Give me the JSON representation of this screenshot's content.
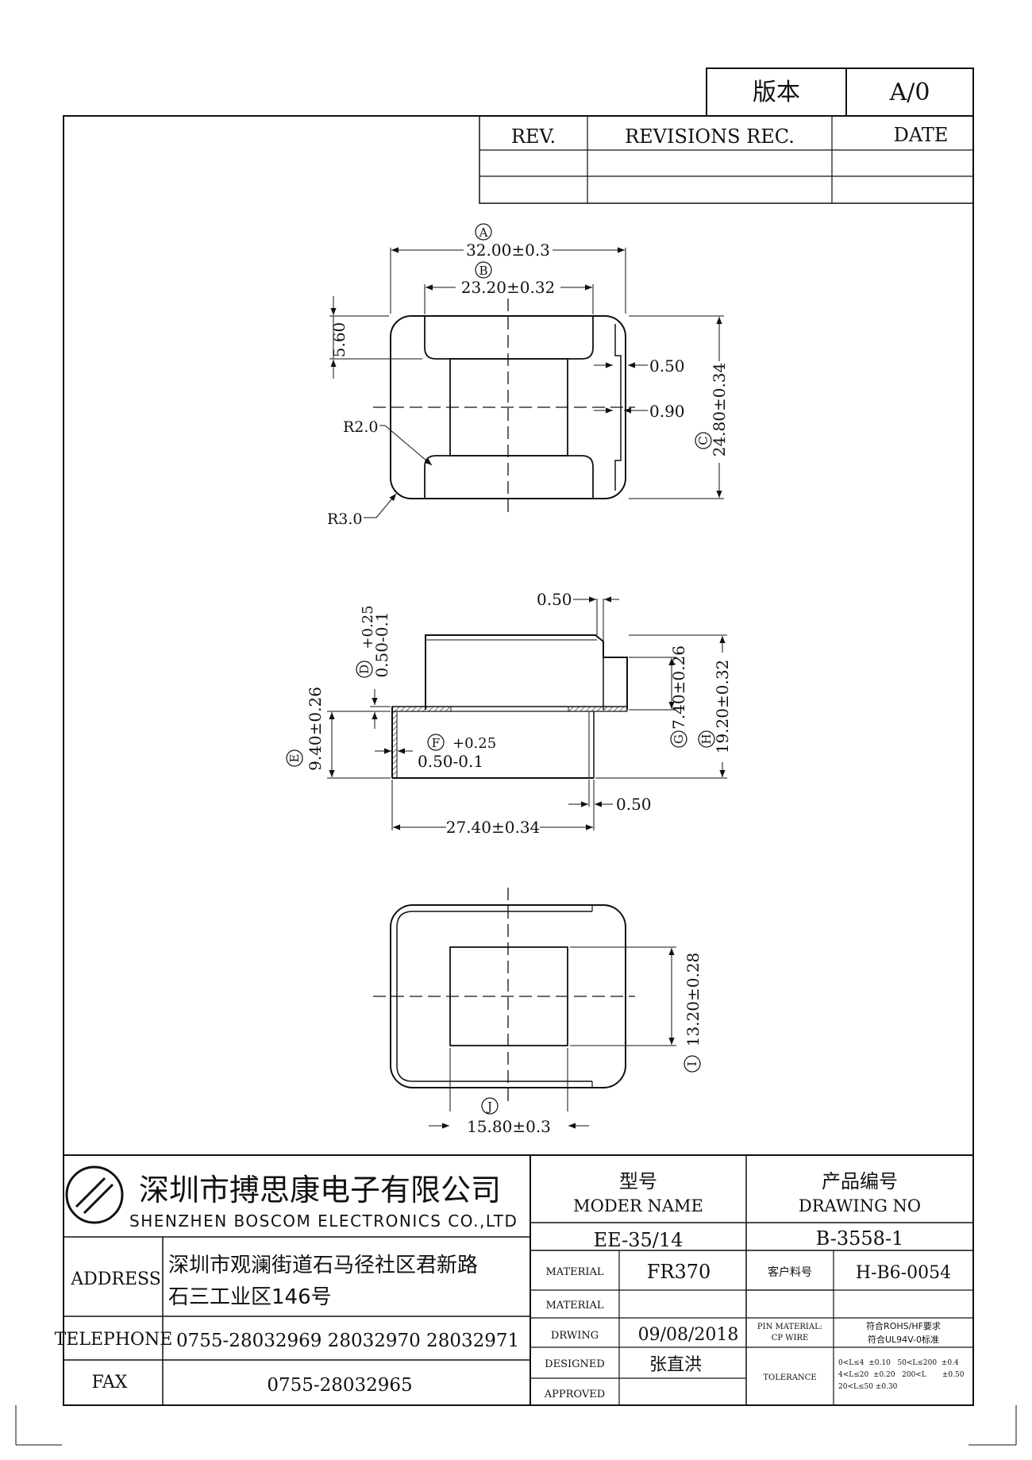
{
  "version_box": {
    "label": "版本",
    "value": "A/0"
  },
  "revision_table": {
    "headers": [
      "REV.",
      "REVISIONS REC.",
      "DATE"
    ],
    "rows": [
      [
        "",
        "",
        ""
      ],
      [
        "",
        "",
        ""
      ]
    ]
  },
  "top_view": {
    "dims": {
      "A_letter": "A",
      "A_value": "32.00±0.3",
      "B_letter": "B",
      "B_value": "23.20±0.32",
      "C_letter": "C",
      "C_value": "24.80±0.34",
      "d560": "5.60",
      "d050": "0.50",
      "d090": "0.90",
      "r20": "R2.0",
      "r30": "R3.0"
    }
  },
  "side_view": {
    "dims": {
      "d050_top": "0.50",
      "D_letter": "D",
      "D_upper": "+0.25",
      "D_lower": "0.50-0.1",
      "E_letter": "E",
      "E_value": "9.40±0.26",
      "F_letter": "F",
      "F_upper": "+0.25",
      "F_lower": "0.50-0.1",
      "G_letter": "G",
      "G_value": "7.40±0.26",
      "H_letter": "H",
      "H_value": "19.20±0.32",
      "d2740": "27.40±0.34",
      "d050_bottom": "0.50"
    }
  },
  "bottom_view": {
    "dims": {
      "I_letter": "I",
      "I_value": "13.20±0.28",
      "J_letter": "J",
      "J_value": "15.80±0.3"
    }
  },
  "title_block": {
    "company_cn": "深圳市搏思康电子有限公司",
    "company_en": "SHENZHEN BOSCOM ELECTRONICS CO.,LTD",
    "address_label": "ADDRESS",
    "address_line1": "深圳市观澜街道石马径社区君新路",
    "address_line2": "石三工业区146号",
    "telephone_label": "TELEPHONE",
    "telephone": "0755-28032969 28032970 28032971",
    "fax_label": "FAX",
    "fax": "0755-28032965",
    "model_label_cn": "型号",
    "model_label_en": "MODER NAME",
    "model_value": "EE-35/14",
    "drawing_label_cn": "产品编号",
    "drawing_label_en": "DRAWING NO",
    "drawing_value": "B-3558-1",
    "material_label": "MATERIAL",
    "material_value": "FR370",
    "material2_label": "MATERIAL",
    "material2_value": "",
    "customer_pn_label": "客户料号",
    "customer_pn_value": "H-B6-0054",
    "drwing_label": "DRWING",
    "drwing_date": "09/08/2018",
    "pin_material_label": "PIN MATERIAL:",
    "cp_wire_label": "CP WIRE",
    "rohs_note": "符合ROHS/HF要求",
    "ul_note": "符合UL94V-0标准",
    "designed_label": "DESIGNED",
    "designer": "张直洪",
    "approved_label": "APPROVED",
    "approver": "",
    "tolerance_label": "TOLERANCE",
    "tol_line1": "0<L≤4  ±0.10   50<L≤200  ±0.4",
    "tol_line2": "4<L≤20  ±0.20   200<L       ±0.50",
    "tol_line3": "20<L≤50 ±0.30"
  }
}
